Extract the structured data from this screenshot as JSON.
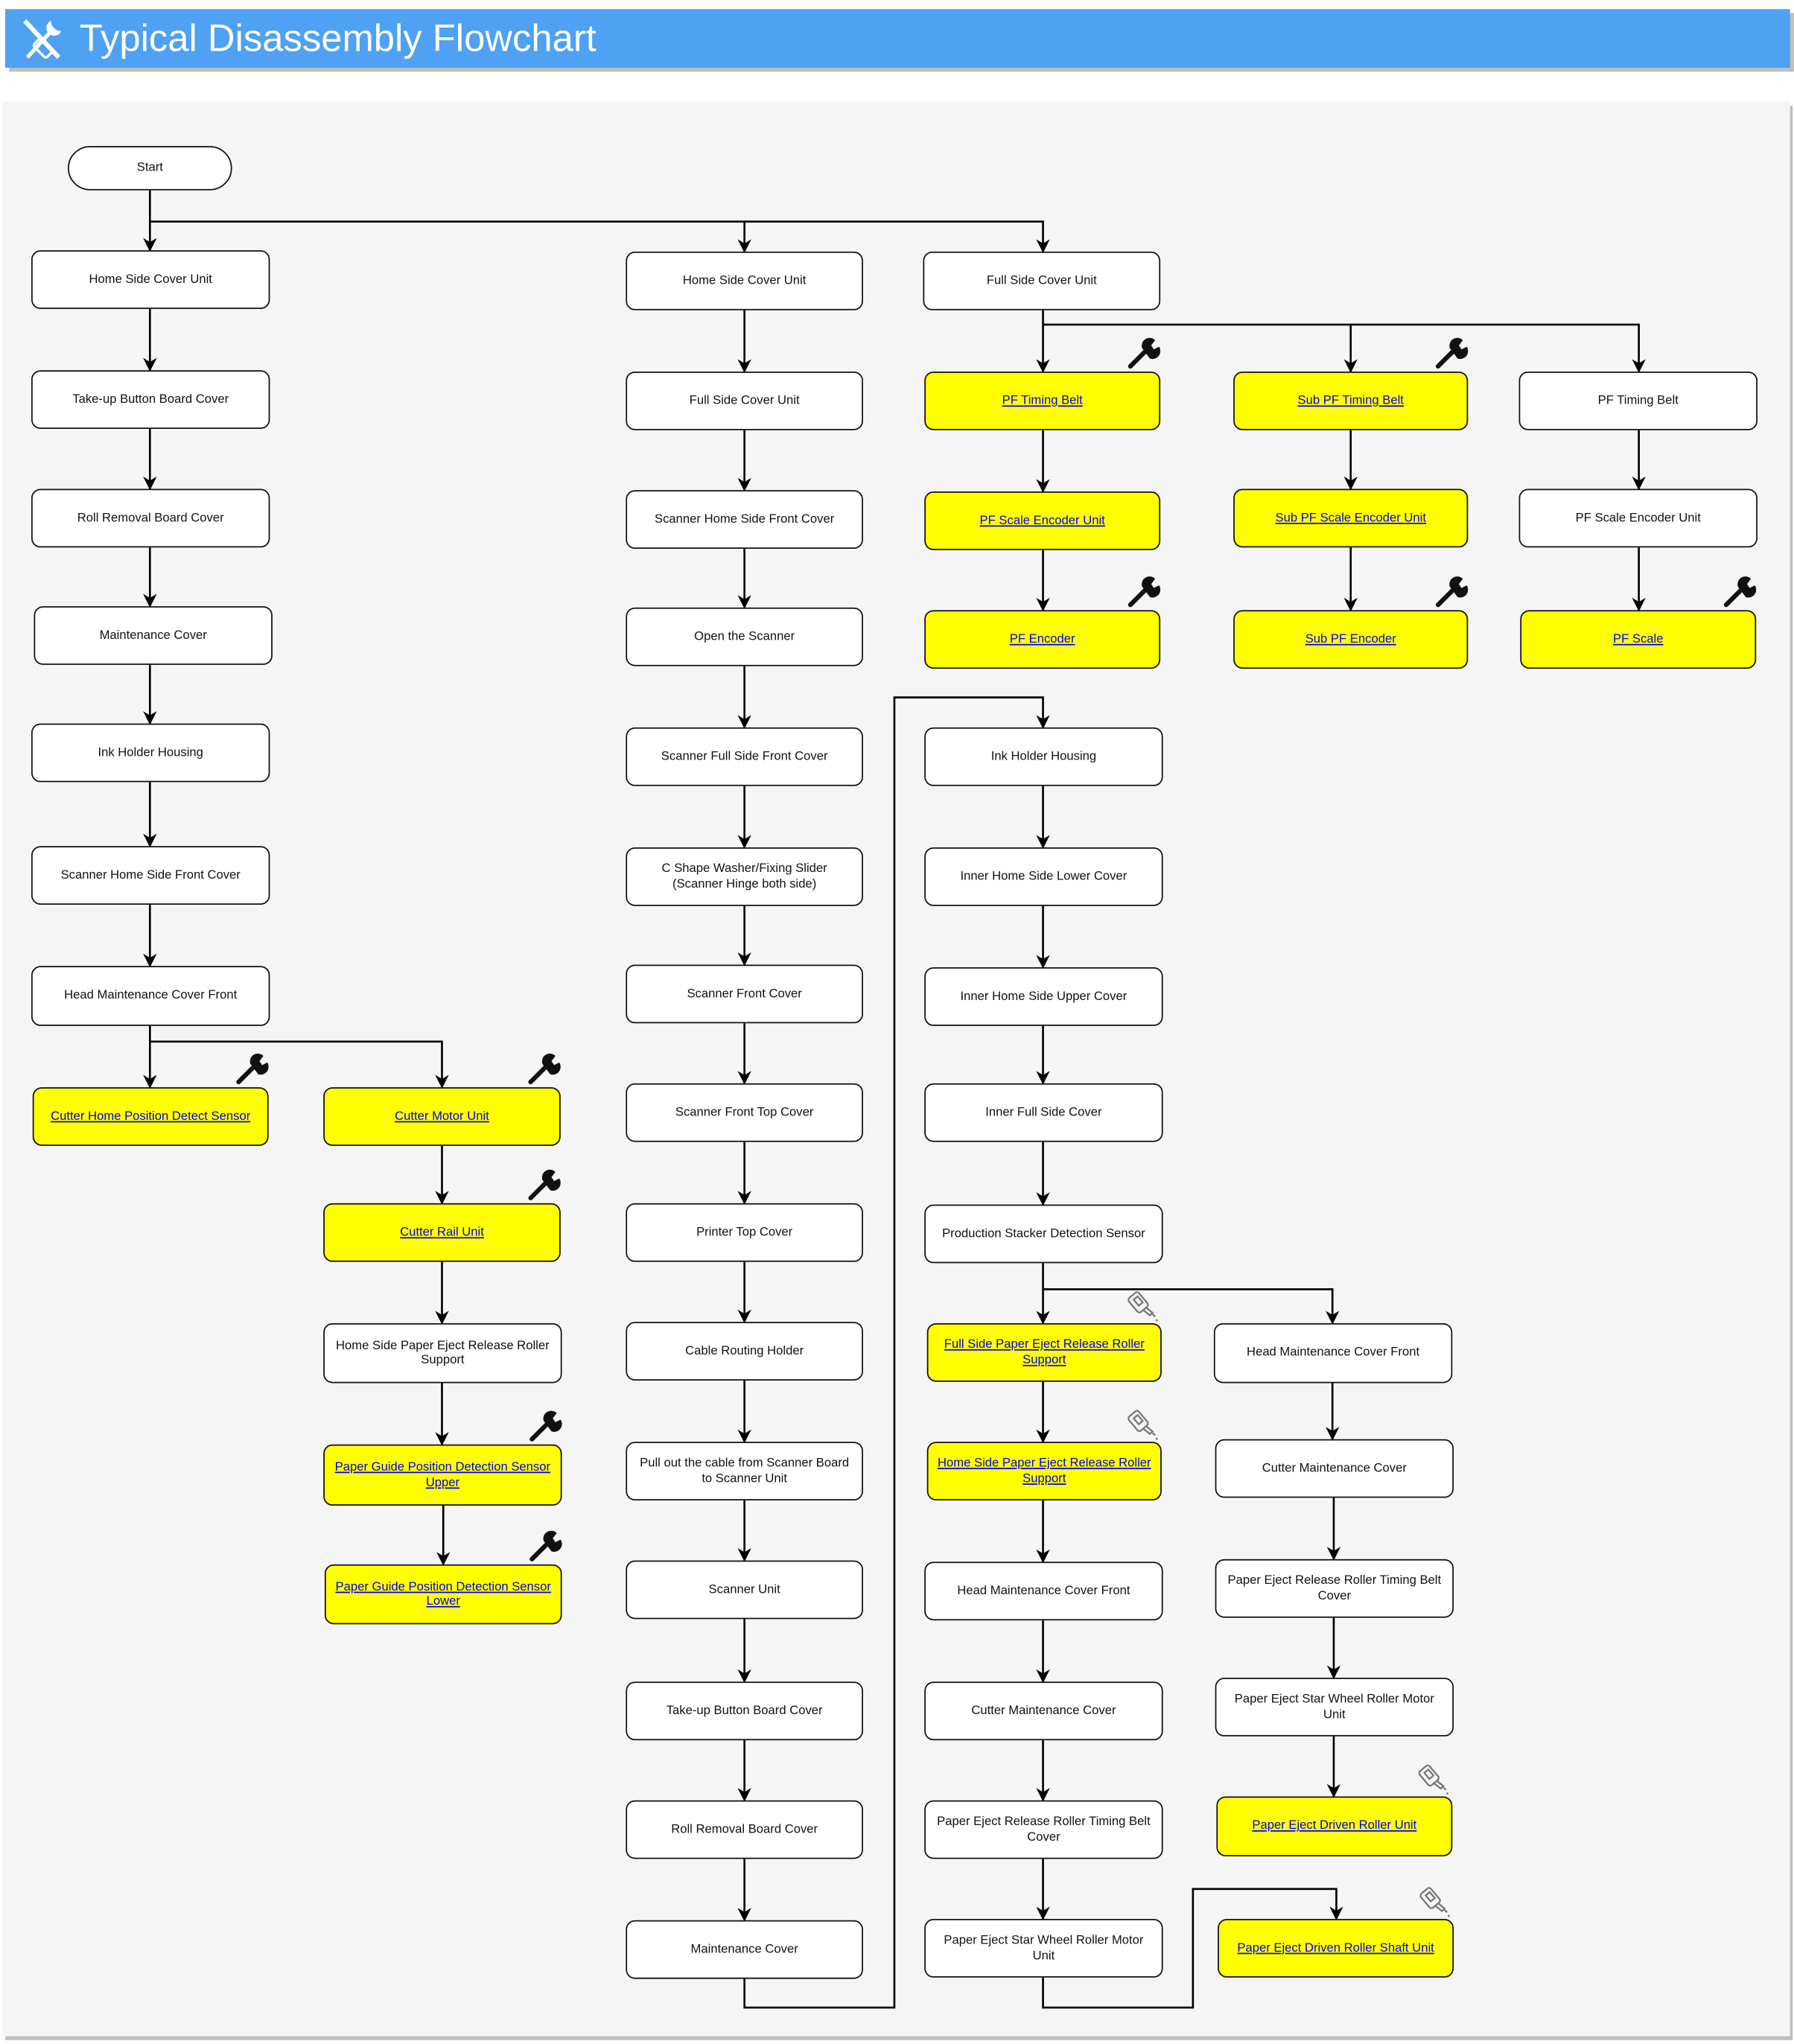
{
  "header": {
    "title": "Typical Disassembly Flowchart",
    "icon": "tools-icon"
  },
  "colors": {
    "header": "#4ea1f3",
    "panel": "#f5f5f5",
    "highlight": "#ffff00",
    "link": "#0000ee"
  },
  "nodes": {
    "start": {
      "label": "Start"
    },
    "a1": {
      "label": "Home Side Cover Unit"
    },
    "a2": {
      "label": "Take-up Button Board Cover"
    },
    "a3": {
      "label": "Roll Removal Board Cover"
    },
    "a4": {
      "label": "Maintenance Cover"
    },
    "a5": {
      "label": "Ink Holder Housing"
    },
    "a6": {
      "label": "Scanner Home Side Front Cover"
    },
    "a7": {
      "label": "Head Maintenance Cover Front"
    },
    "a8": {
      "label": "Cutter Home Position Detect Sensor",
      "link": true,
      "icon": "wrench"
    },
    "b1": {
      "label": "Cutter Motor Unit",
      "link": true,
      "icon": "wrench"
    },
    "b2": {
      "label": "Cutter Rail Unit",
      "link": true,
      "icon": "wrench"
    },
    "b3": {
      "label": "Home Side Paper Eject Release Roller Support"
    },
    "b4": {
      "label": "Paper Guide Position Detection Sensor Upper",
      "link": true,
      "icon": "wrench"
    },
    "b5": {
      "label": "Paper Guide Position Detection Sensor Lower",
      "link": true,
      "icon": "wrench"
    },
    "c1": {
      "label": "Home Side Cover Unit"
    },
    "c2": {
      "label": "Full Side Cover Unit"
    },
    "c3": {
      "label": "Scanner Home Side Front Cover"
    },
    "c4": {
      "label": "Open the Scanner"
    },
    "c5": {
      "label": "Scanner Full Side Front Cover"
    },
    "c6": {
      "label": "C Shape Washer/Fixing Slider (Scanner Hinge both side)"
    },
    "c7": {
      "label": "Scanner Front Cover"
    },
    "c8": {
      "label": "Scanner Front Top Cover"
    },
    "c9": {
      "label": "Printer Top Cover"
    },
    "c10": {
      "label": "Cable Routing Holder"
    },
    "c11": {
      "label": "Pull out the cable from Scanner Board to Scanner Unit"
    },
    "c12": {
      "label": "Scanner Unit"
    },
    "c13": {
      "label": "Take-up Button Board Cover"
    },
    "c14": {
      "label": "Roll Removal Board Cover"
    },
    "c15": {
      "label": "Maintenance Cover"
    },
    "d1": {
      "label": "Full Side Cover Unit"
    },
    "d2": {
      "label": "PF Timing Belt",
      "link": true,
      "icon": "wrench"
    },
    "d3": {
      "label": "PF Scale Encoder Unit",
      "link": true
    },
    "d4": {
      "label": "PF Encoder",
      "link": true,
      "icon": "wrench"
    },
    "d5": {
      "label": "Ink Holder Housing"
    },
    "d6": {
      "label": "Inner Home Side Lower Cover"
    },
    "d7": {
      "label": "Inner Home Side Upper Cover"
    },
    "d8": {
      "label": "Inner Full Side Cover"
    },
    "d9": {
      "label": "Production Stacker Detection Sensor"
    },
    "d10": {
      "label": "Full Side Paper Eject Release Roller Support",
      "link": true,
      "icon": "oil"
    },
    "d11": {
      "label": "Home Side Paper Eject Release Roller Support",
      "link": true,
      "icon": "oil"
    },
    "d12": {
      "label": "Head Maintenance Cover Front"
    },
    "d13": {
      "label": "Cutter Maintenance Cover"
    },
    "d14": {
      "label": "Paper Eject Release Roller Timing Belt Cover"
    },
    "d15": {
      "label": "Paper Eject Star Wheel Roller Motor Unit"
    },
    "e1": {
      "label": "Sub PF Timing Belt",
      "link": true,
      "icon": "wrench"
    },
    "e2": {
      "label": "Sub PF Scale Encoder Unit",
      "link": true
    },
    "e3": {
      "label": "Sub PF Encoder",
      "link": true,
      "icon": "wrench"
    },
    "g1": {
      "label": "PF Timing Belt"
    },
    "g2": {
      "label": "PF Scale Encoder Unit"
    },
    "g3": {
      "label": "PF Scale",
      "link": true,
      "icon": "wrench"
    },
    "f1": {
      "label": "Head Maintenance Cover Front"
    },
    "f2": {
      "label": "Cutter Maintenance Cover"
    },
    "f3": {
      "label": "Paper Eject Release Roller Timing Belt Cover"
    },
    "f4": {
      "label": "Paper Eject Star Wheel Roller Motor Unit"
    },
    "f5": {
      "label": "Paper Eject Driven Roller Unit",
      "link": true,
      "icon": "oil"
    },
    "f6": {
      "label": "Paper Eject Driven Roller Shaft Unit",
      "link": true,
      "icon": "oil"
    }
  }
}
